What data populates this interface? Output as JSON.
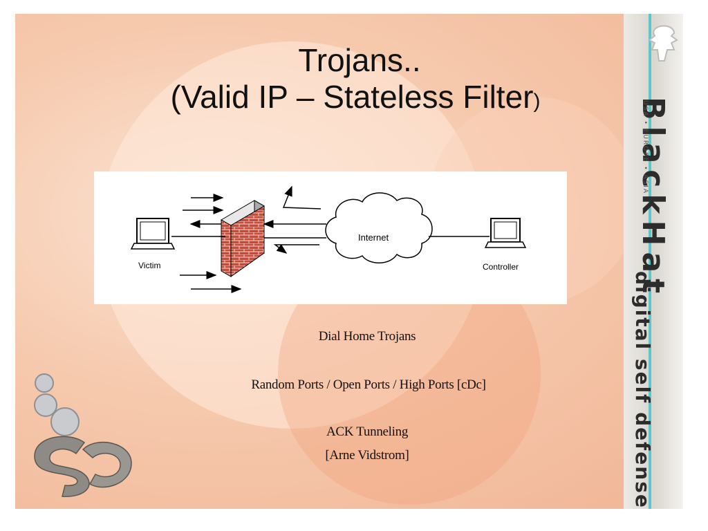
{
  "slide": {
    "title_line1": "Trojans..",
    "title_line2": "(Valid IP – Stateless Filter",
    "title_line2_close": ")"
  },
  "diagram": {
    "victim_label": "Victim",
    "internet_label": "Internet",
    "controller_label": "Controller"
  },
  "bullets": [
    "Dial Home Trojans",
    "Random Ports / Open Ports / High Ports [cDc]",
    "ACK Tunneling",
    "[Arne Vidstrom]"
  ],
  "branding": {
    "name": "BlackHat",
    "regions": "USA • EUROPE • ASIA",
    "tagline": "digital self defense"
  }
}
